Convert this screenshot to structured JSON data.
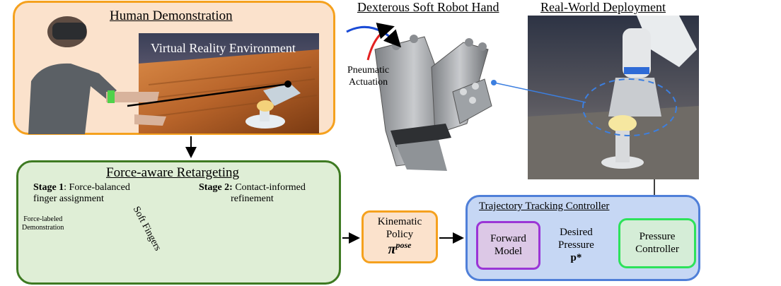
{
  "human_demo": {
    "title": "Human Demonstration",
    "vr_label": "Virtual Reality Environment"
  },
  "robot_hand": {
    "title": "Dexterous Soft Robot Hand",
    "actuation_line1": "Pneumatic",
    "actuation_line2": "Actuation"
  },
  "deployment": {
    "title": "Real-World Deployment"
  },
  "retargeting": {
    "title": "Force-aware Retargeting",
    "stage1_bold": "Stage 1",
    "stage1_rest": ": Force-balanced",
    "stage1_line2": "finger assignment",
    "stage2_bold": "Stage 2:",
    "stage2_rest": " Contact-informed",
    "stage2_line2": "refinement",
    "force_label_line1": "Force-labeled",
    "force_label_line2": "Demonstration",
    "soft_fingers": "Soft Fingers"
  },
  "kinematic_policy": {
    "line1": "Kinematic",
    "line2": "Policy",
    "symbol": "π",
    "superscript": "pose"
  },
  "tracking": {
    "title": "Trajectory Tracking Controller",
    "forward_line1": "Forward",
    "forward_line2": "Model",
    "desired_line1": "Desired",
    "desired_line2": "Pressure",
    "desired_symbol": "p*",
    "pressure_line1": "Pressure",
    "pressure_line2": "Controller"
  }
}
